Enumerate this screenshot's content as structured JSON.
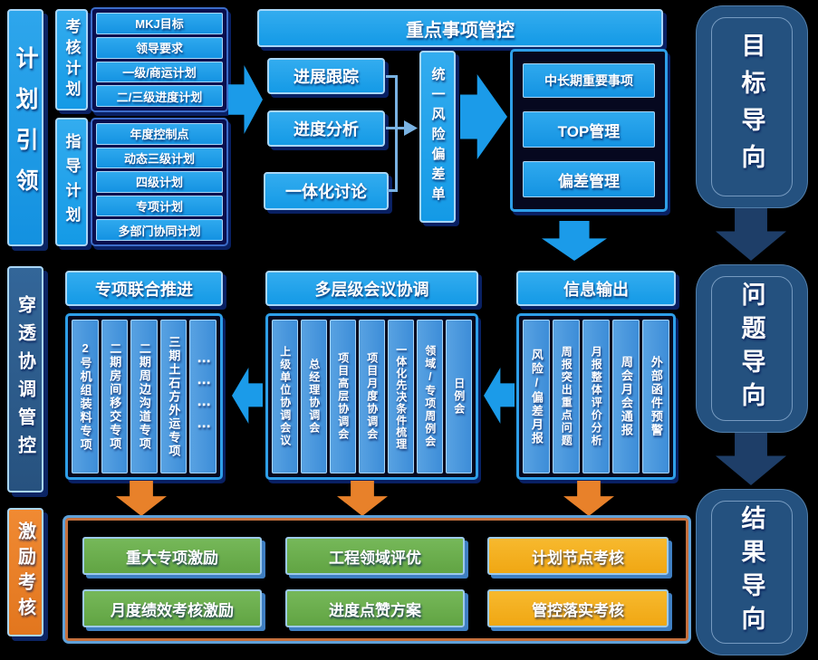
{
  "rails": {
    "plan_leading": "计划引领",
    "penetration_control": "穿透协调管控",
    "incentive_assessment": "激励考核"
  },
  "right_rail": {
    "goal": "目标导向",
    "problem": "问题导向",
    "result": "结果导向"
  },
  "planning": {
    "assessment": {
      "label": "考核计划",
      "items": [
        "MKJ目标",
        "领导要求",
        "一级/商运计划",
        "二/三级进度计划"
      ]
    },
    "guiding": {
      "label": "指导计划",
      "items": [
        "年度控制点",
        "动态三级计划",
        "四级计划",
        "专项计划",
        "多部门协同计划"
      ]
    }
  },
  "key_control": {
    "header": "重点事项管控",
    "tracking": [
      "进展跟踪",
      "进度分析",
      "一体化讨论"
    ],
    "risk_slip": "统一风险偏差单",
    "management": [
      "中长期重要事项",
      "TOP管理",
      "偏差管理"
    ]
  },
  "coordination": {
    "special": {
      "header": "专项联合推进",
      "columns": [
        "2号机组装料专项",
        "二期房间移交专项",
        "二期周边沟道专项",
        "三期土石方外运专项",
        "⋯⋯⋯⋯"
      ]
    },
    "meetings": {
      "header": "多层级会议协调",
      "columns": [
        "上级单位协调会议",
        "总经理协调会",
        "项目高层协调会",
        "项目月度协调会",
        "一体化先决条件梳理",
        "领域/专项周例会",
        "日例会"
      ]
    },
    "info": {
      "header": "信息输出",
      "columns": [
        "风险/偏差月报",
        "周报突出重点问题",
        "月报整体评价分析",
        "周会月会通报",
        "外部函件预警"
      ]
    }
  },
  "incentives": {
    "items": [
      "重大专项激励",
      "工程领域评优",
      "计划节点考核",
      "月度绩效考核激励",
      "进度点赞方案",
      "管控落实考核"
    ]
  },
  "colors": {
    "primary_blue": "#1B9BE9",
    "light_border": "#A9D6F7",
    "panel_navy": "#06081F",
    "steel_blue": "#2C5A8C",
    "badge_navy": "#24517F",
    "badge_teal_shadow": "#17706E",
    "arrow_navy": "#1E3E68",
    "orange": "#E8812A",
    "green": "#6CAE4C",
    "yellow": "#F5AF1F"
  }
}
